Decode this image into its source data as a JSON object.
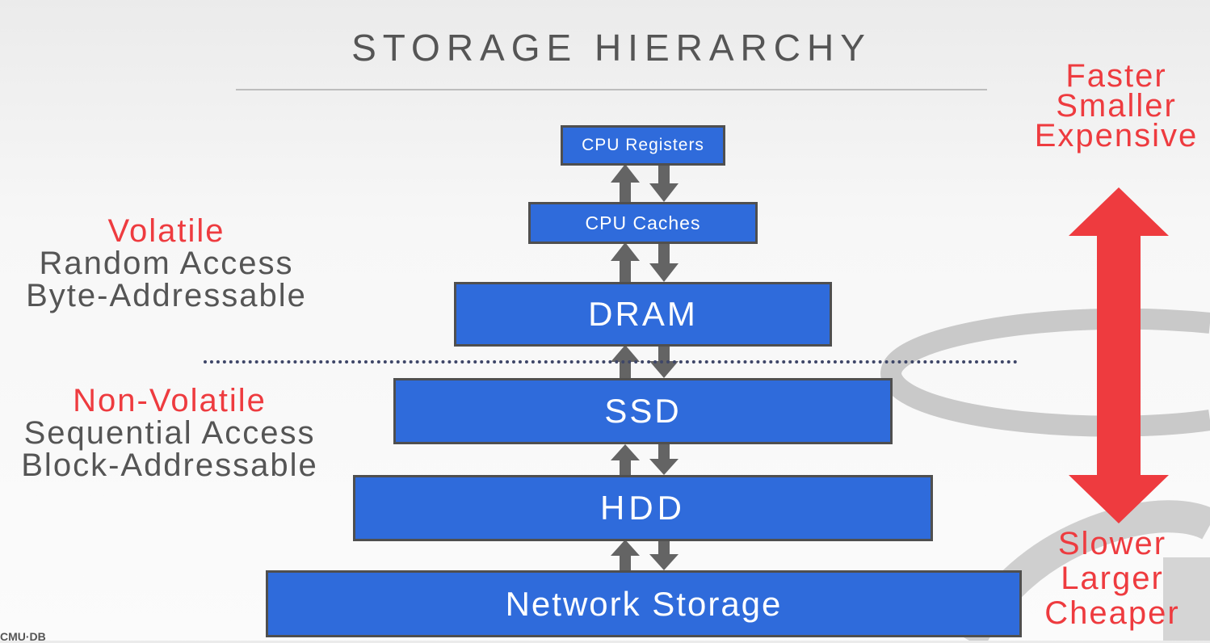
{
  "title": "STORAGE HIERARCHY",
  "tiers": [
    {
      "label": "CPU Registers"
    },
    {
      "label": "CPU Caches"
    },
    {
      "label": "DRAM"
    },
    {
      "label": "SSD"
    },
    {
      "label": "HDD"
    },
    {
      "label": "Network Storage"
    }
  ],
  "volatile": {
    "heading": "Volatile",
    "lines": [
      "Random Access",
      "Byte-Addressable"
    ]
  },
  "non_volatile": {
    "heading": "Non-Volatile",
    "lines": [
      "Sequential Access",
      "Block-Addressable"
    ]
  },
  "top_traits": [
    "Faster",
    "Smaller",
    "Expensive"
  ],
  "bottom_traits": [
    "Slower",
    "Larger",
    "Cheaper"
  ],
  "logo_text": "CMU·DB",
  "colors": {
    "tier_fill": "#2f6bdb",
    "tier_border": "#4f4f4f",
    "accent_red": "#ee3b3f",
    "arrow_gray": "#646464",
    "divider": "#3e4668"
  }
}
